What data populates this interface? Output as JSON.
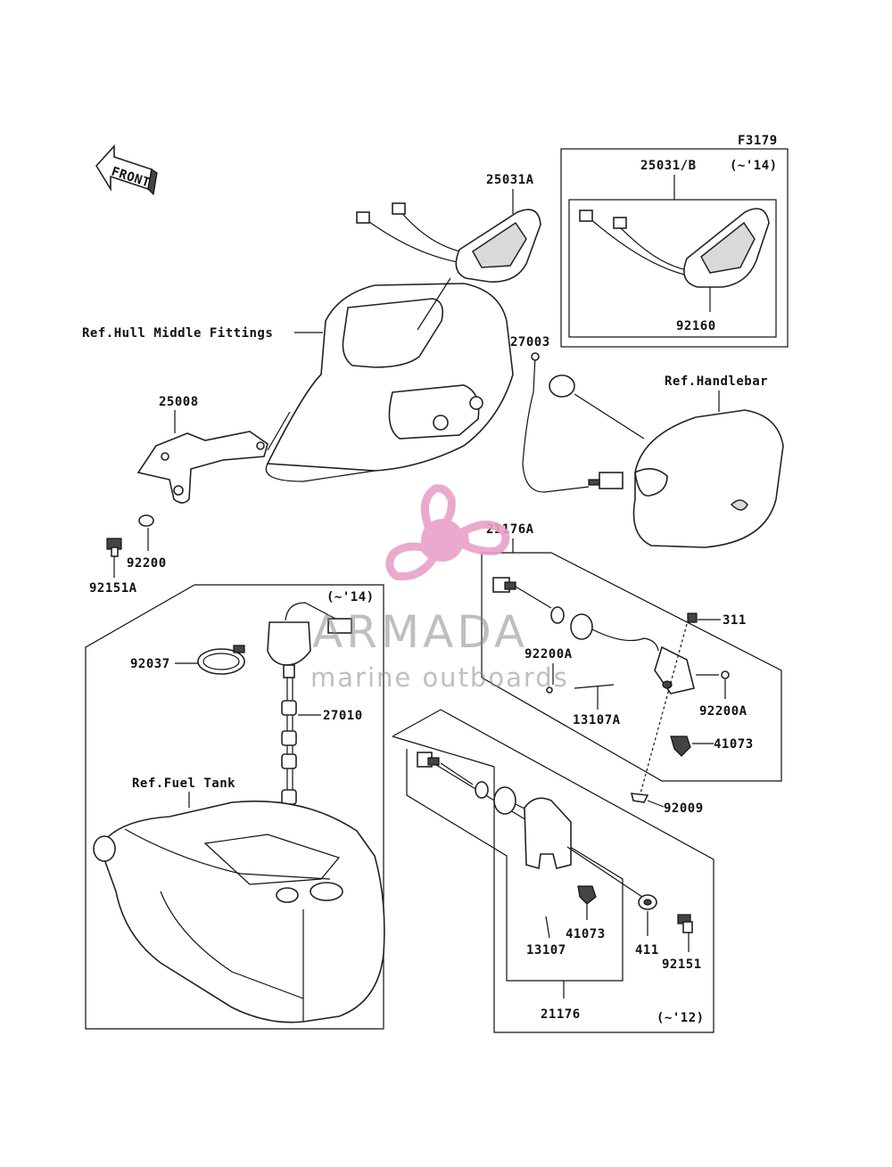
{
  "figure_id": "F3179",
  "front_label": "FRONT",
  "watermark": {
    "brand": "ARMADA",
    "tagline": "marine outboards",
    "color": "#e8a0c8"
  },
  "labels": {
    "p25031A": "25031A",
    "p25031B": "25031/B",
    "p25031B_range": "(~'14)",
    "p92160": "92160",
    "ref_hull": "Ref.Hull Middle Fittings",
    "p27003": "27003",
    "ref_handlebar": "Ref.Handlebar",
    "p25008": "25008",
    "p92200": "92200",
    "p92151A": "92151A",
    "p21176A": "21176A",
    "p311": "311",
    "range_fuel": "(~'14)",
    "p92037": "92037",
    "p92200A_top": "92200A",
    "p27010": "27010",
    "p13107A": "13107A",
    "p92200A_right": "92200A",
    "p41073_right": "41073",
    "ref_fuel_tank": "Ref.Fuel Tank",
    "p92009": "92009",
    "p13107": "13107",
    "p41073_bottom": "41073",
    "p411": "411",
    "p92151": "92151",
    "p21176": "21176",
    "range_bottom": "(~'12)"
  }
}
